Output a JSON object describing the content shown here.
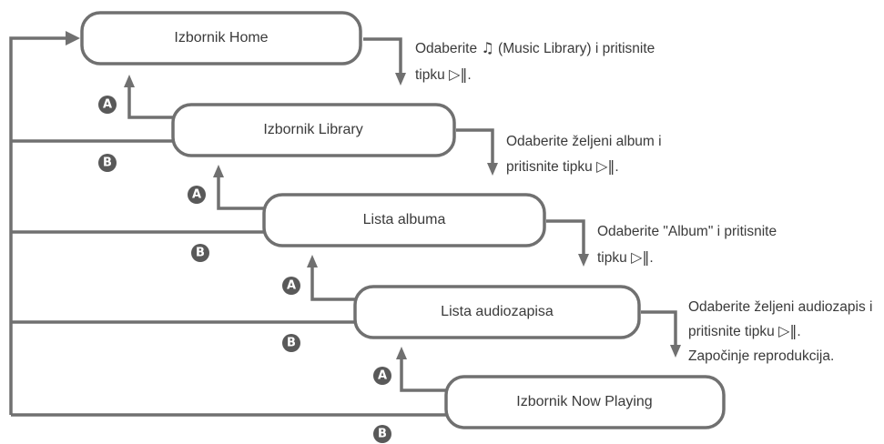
{
  "boxes": {
    "home": "Izbornik Home",
    "library": "Izbornik Library",
    "albums": "Lista albuma",
    "tracks": "Lista audiozapisa",
    "now_playing": "Izbornik Now Playing"
  },
  "badges": {
    "a": "A",
    "b": "B"
  },
  "instructions": {
    "step1": {
      "line1_pre": "Odaberite ",
      "line1_post": " (Music Library) i pritisnite",
      "line2": "tipku ",
      "end": "."
    },
    "step2": {
      "line1": "Odaberite željeni album i",
      "line2": "pritisnite tipku ",
      "end": "."
    },
    "step3": {
      "line1": "Odaberite \"Album\" i pritisnite",
      "line2": "tipku ",
      "end": "."
    },
    "step4": {
      "line1": "Odaberite željeni audiozapis i",
      "line2": "pritisnite tipku ",
      "end": ".",
      "line3": "Započinje reprodukcija."
    }
  },
  "icons": {
    "music_note": "music-note-icon",
    "play_pause": "play-pause-icon"
  },
  "colors": {
    "line": "#707070",
    "badge": "#595959",
    "text": "#3a3a3a"
  }
}
